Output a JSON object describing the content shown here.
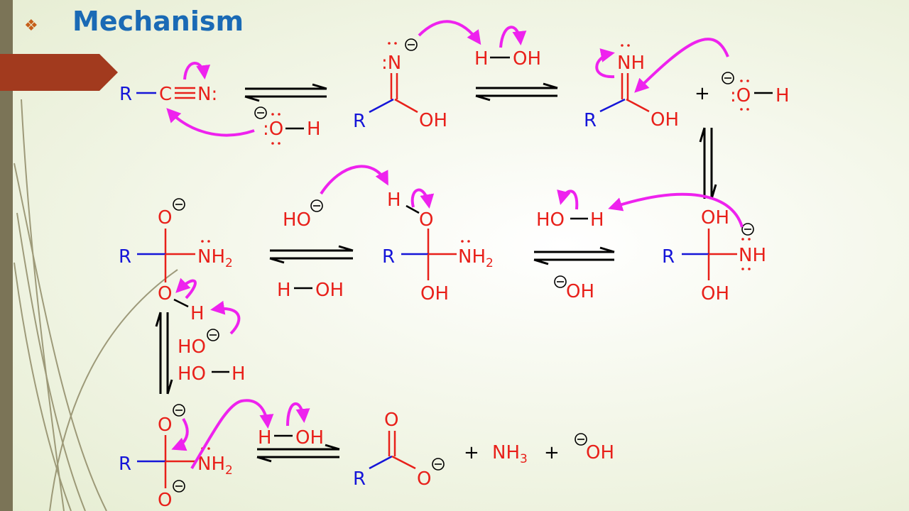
{
  "slide": {
    "title": "Mechanism",
    "bullet": "❖"
  },
  "labels": {
    "R": "R",
    "C": "C",
    "N_colon": "N:",
    "colonN": ":N",
    "O": "O",
    "OH": "OH",
    "HO": "HO",
    "H": "H",
    "NH": "NH",
    "NH2_main": "NH",
    "sub2": "2",
    "NH3_main": "NH",
    "sub3": "3",
    "plus": "+",
    "colonO": ":O"
  },
  "colors": {
    "atom_red": "#e8201a",
    "carbon_chain_blue": "#1515d8",
    "electron_arrow": "#ee22ee",
    "title_blue": "#1a6ab5",
    "banner": "#a23a1e"
  }
}
